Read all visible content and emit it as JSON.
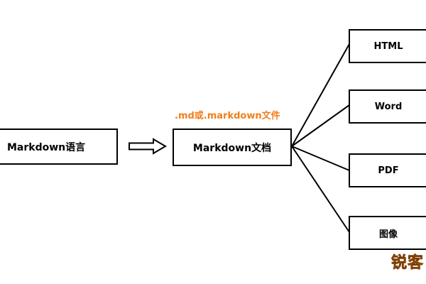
{
  "diagram": {
    "source_label": "Markdown语言",
    "document_label": "Markdown文档",
    "file_extension_caption": ".md或.markdown文件",
    "outputs": [
      {
        "label": "HTML"
      },
      {
        "label": "Word"
      },
      {
        "label": "PDF"
      },
      {
        "label": "图像"
      }
    ]
  },
  "watermark": {
    "text": "锐客"
  },
  "colors": {
    "stroke": "#000000",
    "caption": "#f07f1c",
    "watermark": "#ee8a15"
  }
}
